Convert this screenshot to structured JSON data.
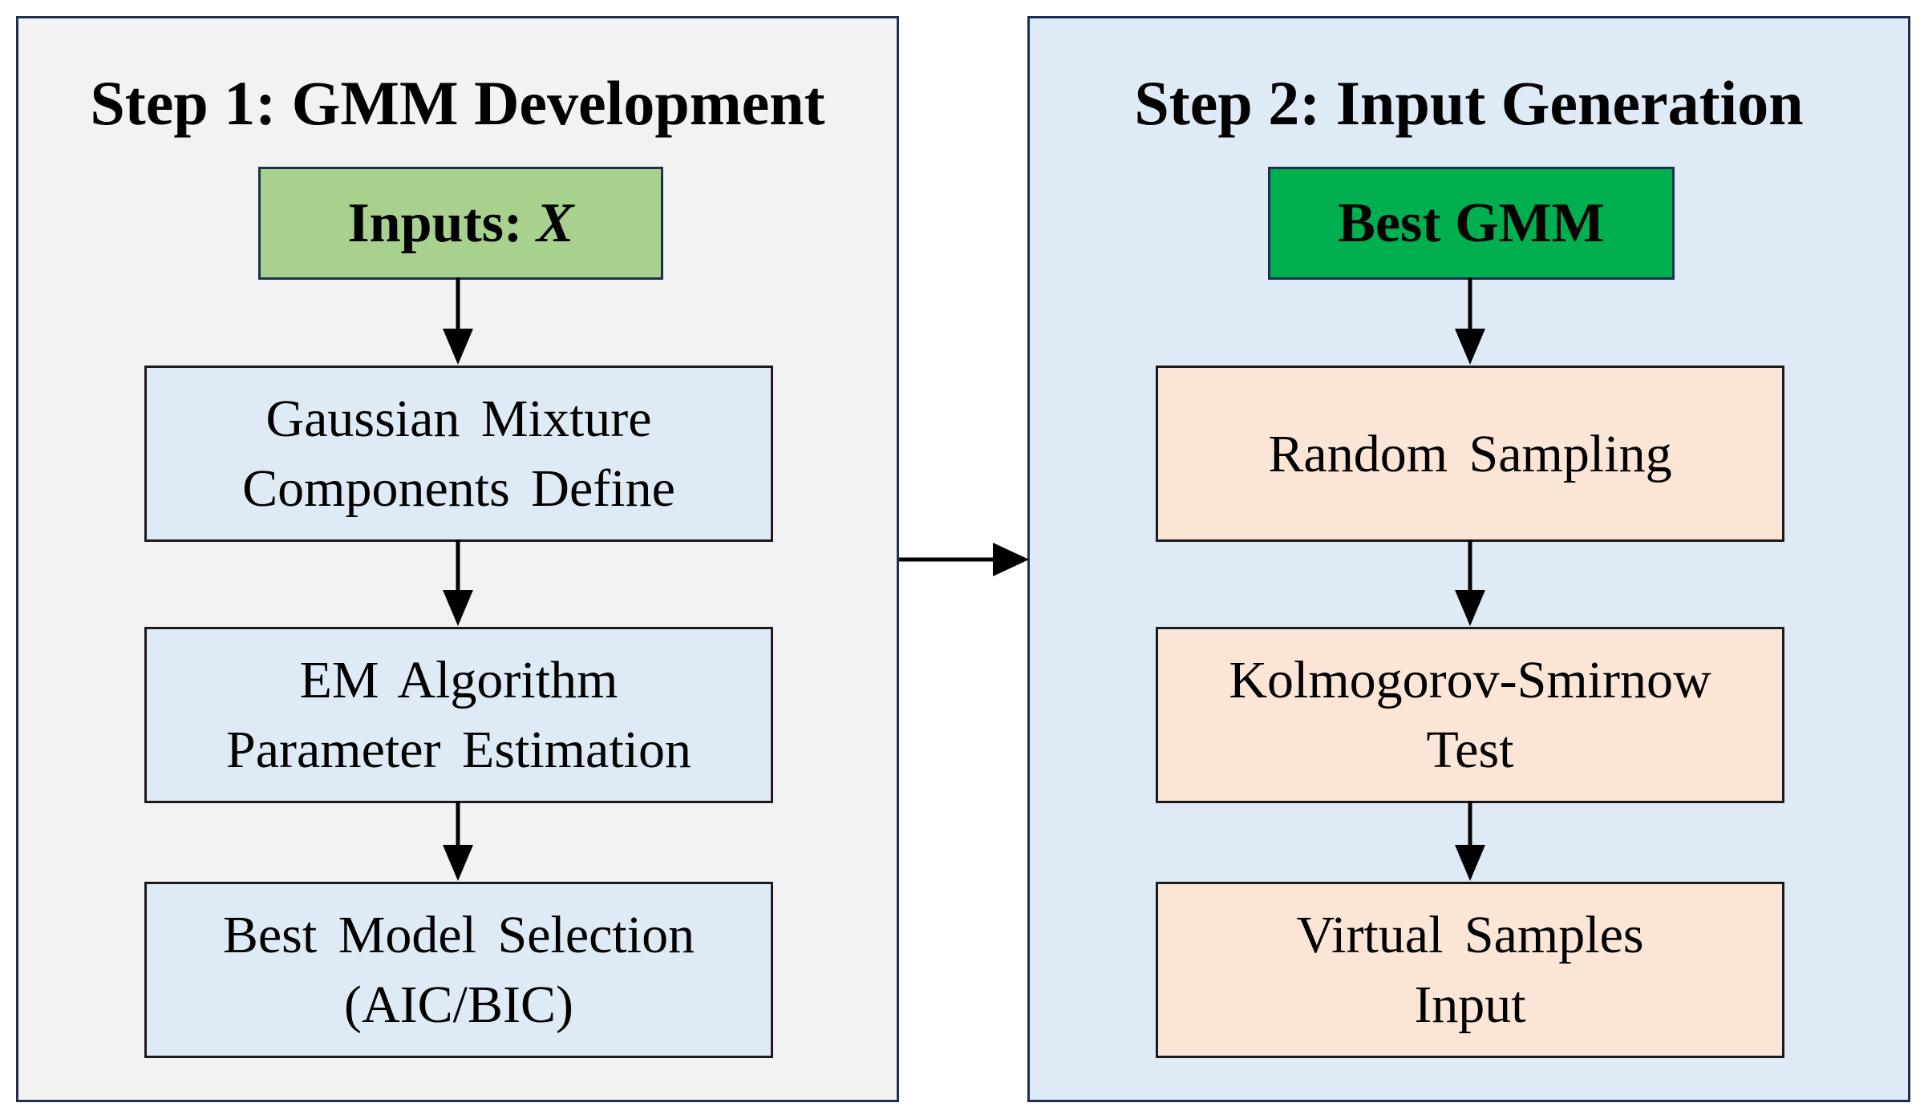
{
  "step1": {
    "title": "Step 1: GMM Development",
    "inputs_label": "Inputs: ",
    "inputs_var": "X",
    "boxes": [
      {
        "line1": "Gaussian Mixture",
        "line2": "Components Define"
      },
      {
        "line1": "EM Algorithm",
        "line2": "Parameter Estimation"
      },
      {
        "line1": "Best Model Selection",
        "line2": "(AIC/BIC)"
      }
    ]
  },
  "step2": {
    "title": "Step 2: Input Generation",
    "head_label": "Best GMM",
    "boxes": [
      {
        "line1": "Random Sampling"
      },
      {
        "line1": "Kolmogorov-Smirnow",
        "line2": "Test"
      },
      {
        "line1": "Virtual Samples",
        "line2": "Input"
      }
    ]
  },
  "colors": {
    "step1_panel": "#f2f2f2",
    "step2_panel": "#deebf7",
    "inputs_box": "#a9d18e",
    "best_gmm_box": "#00b050",
    "step1_boxes": "#deebf7",
    "step2_boxes": "#fbe5d6",
    "border": "#1f2f4f"
  }
}
